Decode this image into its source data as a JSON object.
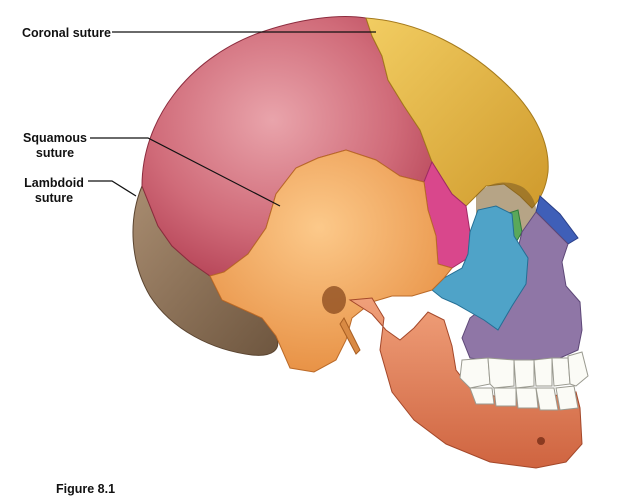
{
  "labels": {
    "coronal": "Coronal suture",
    "squamous_line1": "Squamous",
    "squamous_line2": "suture",
    "lambdoid_line1": "Lambdoid",
    "lambdoid_line2": "suture"
  },
  "caption": "Figure 8.1",
  "colors": {
    "parietal": "#c94a5e",
    "frontal": "#e6b84a",
    "temporal": "#f2a35a",
    "occipital": "#8b7058",
    "sphenoid": "#d9478c",
    "zygomatic": "#4fa3c8",
    "maxilla": "#8f76a6",
    "mandible": "#e0805c",
    "nasal": "#3f5fb8",
    "lacrimal": "#5aa85a",
    "teeth": "#fbfbf6"
  }
}
